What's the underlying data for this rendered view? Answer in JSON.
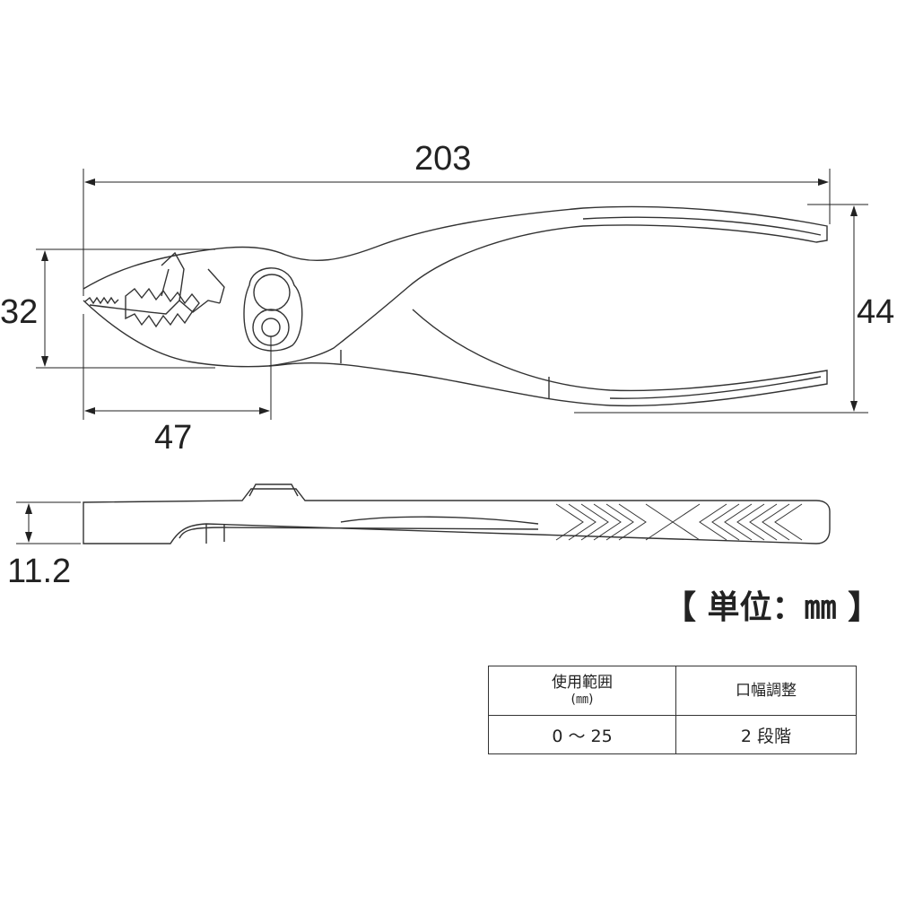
{
  "dimensions": {
    "overall_length": "203",
    "jaw_height": "32",
    "handle_span": "44",
    "jaw_to_pivot": "47",
    "thickness": "11.2"
  },
  "unit_label": "【 単位：㎜ 】",
  "spec_table": {
    "headers": [
      {
        "main": "使用範囲",
        "sub": "(㎜)"
      },
      {
        "main": "口幅調整",
        "sub": ""
      }
    ],
    "row": [
      "0 〜 25",
      "2 段階"
    ]
  }
}
